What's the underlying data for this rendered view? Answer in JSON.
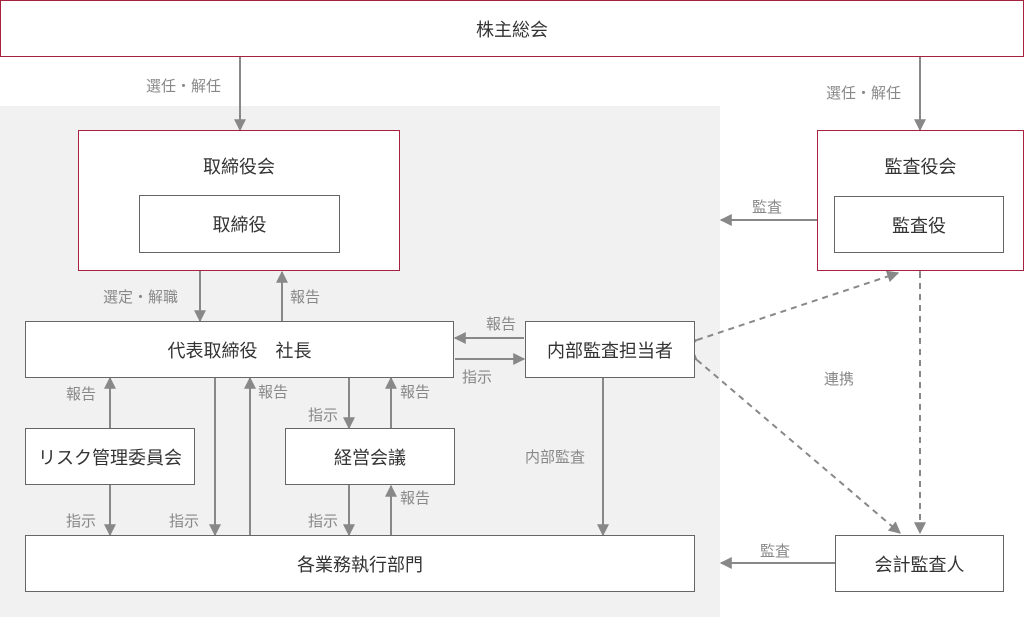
{
  "nodes": {
    "shareholders_meeting": "株主総会",
    "board_of_directors": "取締役会",
    "director": "取締役",
    "audit_board": "監査役会",
    "auditor": "監査役",
    "president": "代表取締役　社長",
    "internal_audit": "内部監査担当者",
    "risk_committee": "リスク管理委員会",
    "management_meeting": "経営会議",
    "business_departments": "各業務執行部門",
    "accounting_auditor": "会計監査人"
  },
  "labels": {
    "elect_dismiss_left": "選任・解任",
    "elect_dismiss_right": "選任・解任",
    "select_dismiss": "選定・解職",
    "report_board": "報告",
    "audit_board_to_center": "監査",
    "report_internal": "報告",
    "instruct_internal": "指示",
    "coordination": "連携",
    "report_risk": "報告",
    "instruct_risk": "指示",
    "instruct_president_dept": "指示",
    "report_dept_president": "報告",
    "instruct_mgmt": "指示",
    "report_mgmt": "報告",
    "instruct_mgmt_dept": "指示",
    "report_dept_mgmt": "報告",
    "internal_audit_label": "内部監査",
    "audit_accounting": "監査"
  },
  "colors": {
    "accent": "#a8213f",
    "line": "#888888",
    "panel": "#f1f1f1"
  }
}
